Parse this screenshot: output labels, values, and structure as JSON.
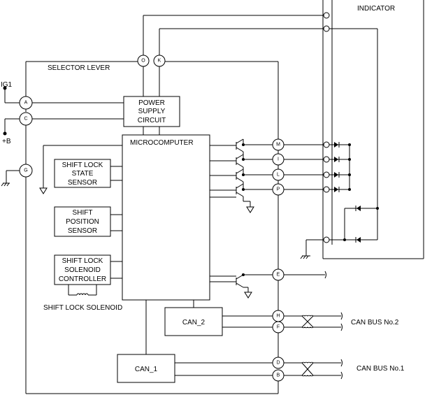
{
  "indicator": {
    "title": "INDICATOR"
  },
  "selector_lever": {
    "title": "SELECTOR LEVER"
  },
  "blocks": {
    "power": [
      "POWER",
      "SUPPLY",
      "CIRCUIT"
    ],
    "micro": "MICROCOMPUTER",
    "shift_lock_state": [
      "SHIFT LOCK",
      "STATE",
      "SENSOR"
    ],
    "shift_position": [
      "SHIFT",
      "POSITION",
      "SENSOR"
    ],
    "solenoid_controller": [
      "SHIFT LOCK",
      "SOLENOID",
      "CONTROLLER"
    ],
    "can2": "CAN_2",
    "can1": "CAN_1"
  },
  "solenoid_label": "SHIFT LOCK SOLENOID",
  "power_inputs": {
    "ig1": "IG1",
    "plus_b": "+B"
  },
  "pins": {
    "O": "O",
    "K": "K",
    "A": "A",
    "C": "C",
    "G": "G",
    "M": "M",
    "I": "I",
    "L": "L",
    "P": "P",
    "E": "E",
    "H": "H",
    "F": "F",
    "D": "D",
    "B": "B"
  },
  "can_buses": {
    "bus2": "CAN BUS No.2",
    "bus1": "CAN BUS No.1"
  }
}
